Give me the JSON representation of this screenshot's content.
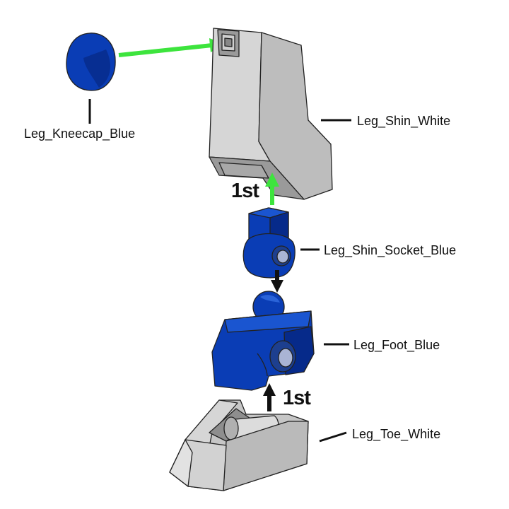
{
  "parts": {
    "kneecap": "Leg_Kneecap_Blue",
    "shin": "Leg_Shin_White",
    "shin_socket": "Leg_Shin_Socket_Blue",
    "foot": "Leg_Foot_Blue",
    "toe": "Leg_Toe_White"
  },
  "steps": {
    "shin_step": "1st",
    "toe_step": "1st"
  },
  "colors": {
    "blue": "#0a3db5",
    "blue_dark": "#062a8a",
    "white_part": "#bdbdbd",
    "white_part_light": "#d6d6d6",
    "white_part_dark": "#9a9a9a",
    "arrow_green": "#3de43d",
    "arrow_black": "#111111",
    "text": "#111111"
  }
}
